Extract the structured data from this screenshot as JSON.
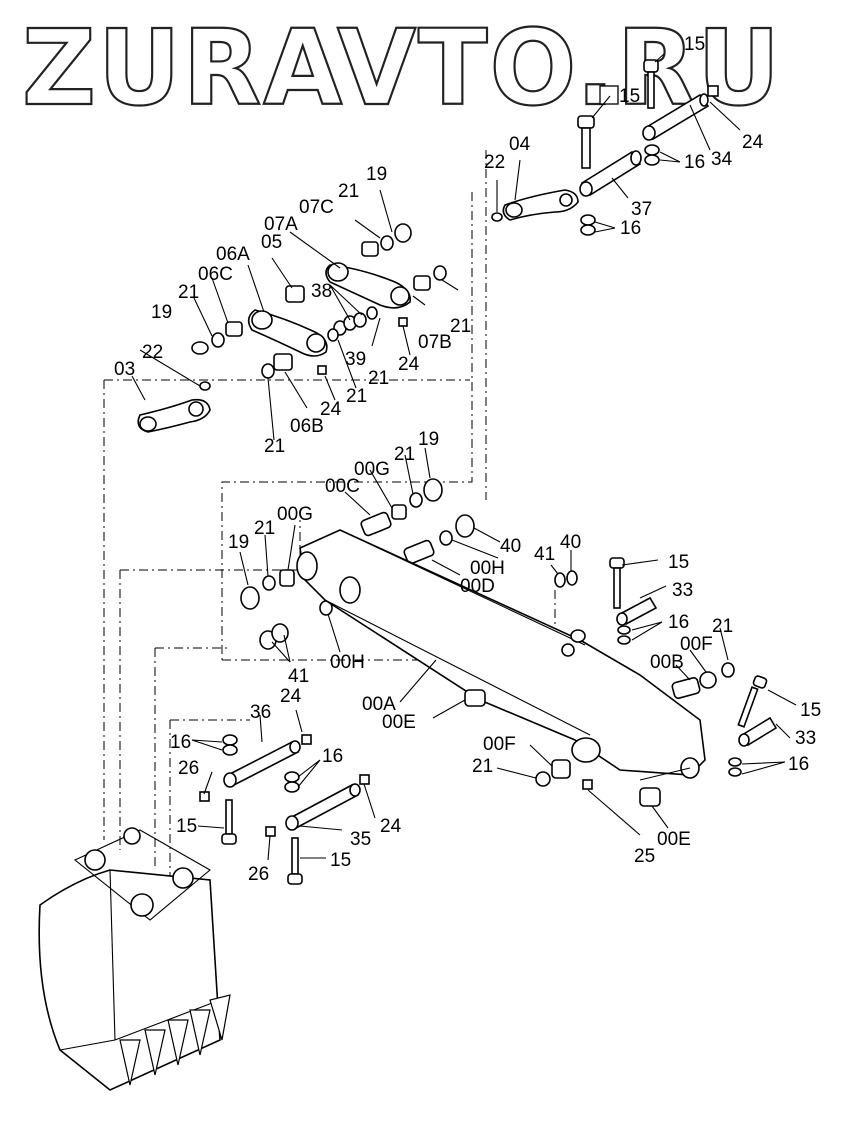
{
  "watermark": "ZURAVTO.RU",
  "labels": {
    "l15a": "15",
    "l15b": "15",
    "l24a": "24",
    "l34": "34",
    "l16a": "16",
    "l22a": "22",
    "l04": "04",
    "l19a": "19",
    "l21a": "21",
    "l07c": "07C",
    "l37": "37",
    "l16b": "16",
    "l07a": "07A",
    "l06a": "06A",
    "l05": "05",
    "l06c": "06C",
    "l21b": "21",
    "l38": "38",
    "l19b": "19",
    "l21c": "21",
    "l07b": "07B",
    "l39": "39",
    "l24b": "24",
    "l22b": "22",
    "l03": "03",
    "l21d": "21",
    "l24c": "24",
    "l21e": "21",
    "l06b": "06B",
    "l21f": "21",
    "l19c": "19",
    "l00g_a": "00G",
    "l00c": "00C",
    "l21g": "21",
    "l00g_b": "00G",
    "l19d": "19",
    "l40a": "40",
    "l00h_a": "00H",
    "l00d": "00D",
    "l41a": "41",
    "l40b": "40",
    "l15c": "15",
    "l33a": "33",
    "l16c": "16",
    "l21h": "21",
    "l00f_a": "00F",
    "l00b": "00B",
    "l41b": "41",
    "l00h_b": "00H",
    "l00a": "00A",
    "l00e_a": "00E",
    "l15d": "15",
    "l33b": "33",
    "l24d": "24",
    "l36": "36",
    "l16d": "16",
    "l16e": "16",
    "l00f_b": "00F",
    "l21i": "21",
    "l16f": "16",
    "l26a": "26",
    "l24e": "24",
    "l15e": "15",
    "l35": "35",
    "l26b": "26",
    "l15f": "15",
    "l25": "25",
    "l00e_b": "00E"
  }
}
